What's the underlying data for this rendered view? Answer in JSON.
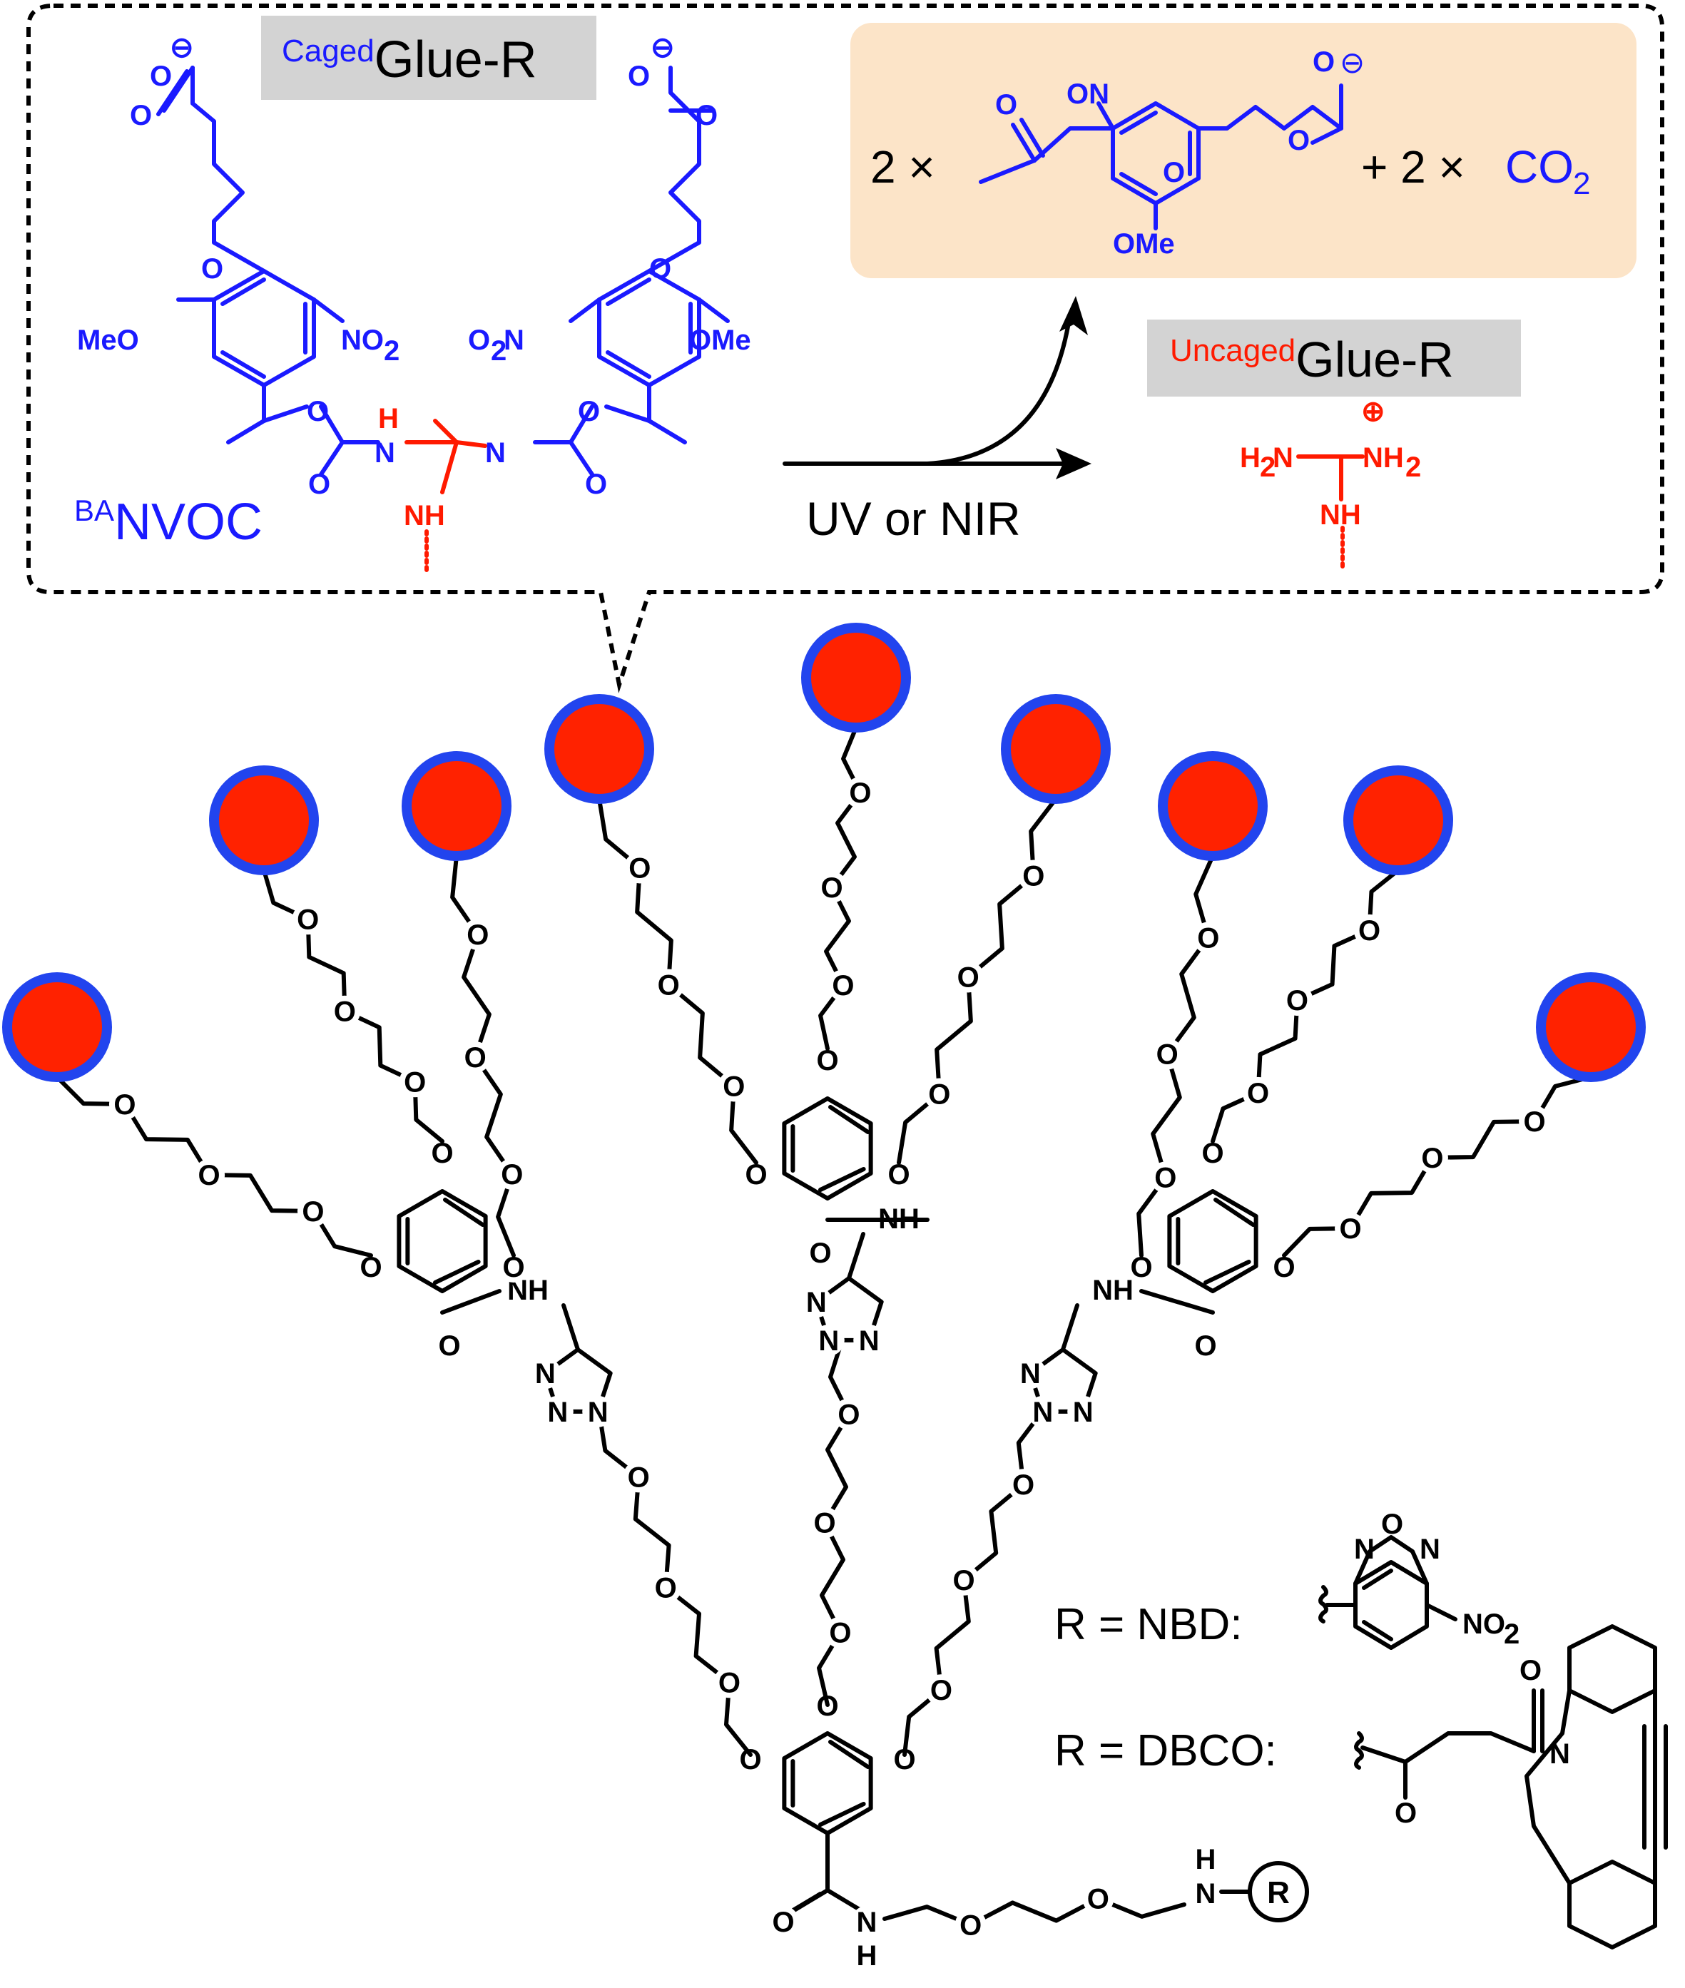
{
  "caged_label": {
    "sup": "Caged",
    "main": "Glue-R"
  },
  "uncaged_label": {
    "sup": "Uncaged",
    "main": "Glue-R"
  },
  "banvoc_label": {
    "sup": "BA",
    "main": "NVOC"
  },
  "arrow_label": "UV or NIR",
  "byproduct": {
    "coef1": "2 ×",
    "plus_coef2": "+ 2 ×",
    "co2": "CO",
    "co2_sub": "2",
    "ONO": "ON",
    "OMe": "OMe",
    "O": "O"
  },
  "caged_atoms": {
    "MeO": "MeO",
    "OMe": "OMe",
    "NO2": "NO",
    "O2N": "O",
    "sub2": "2",
    "O": "O",
    "N": "N",
    "H": "H",
    "NH": "NH",
    "charge": "⊖"
  },
  "uncaged_atoms": {
    "H2N": "H",
    "N_of_H2N": "N",
    "NH2": "NH",
    "sub2": "2",
    "NH": "NH",
    "plus": "⊕"
  },
  "dendron_atoms": {
    "O": "O",
    "N": "N",
    "NH": "NH",
    "H": "H"
  },
  "r_definitions": [
    {
      "prefix": "R = NBD:",
      "substituent": "NO",
      "sub2": "2"
    },
    {
      "prefix": "R = DBCO:"
    }
  ],
  "r_circle": "R",
  "colors": {
    "blue": "#1a1aff",
    "red": "#ff1a00",
    "bead_fill": "#ff2200",
    "bead_ring": "#2244ee",
    "byproduct_bg": "#fce4c8",
    "label_bg": "#d3d3d3"
  }
}
